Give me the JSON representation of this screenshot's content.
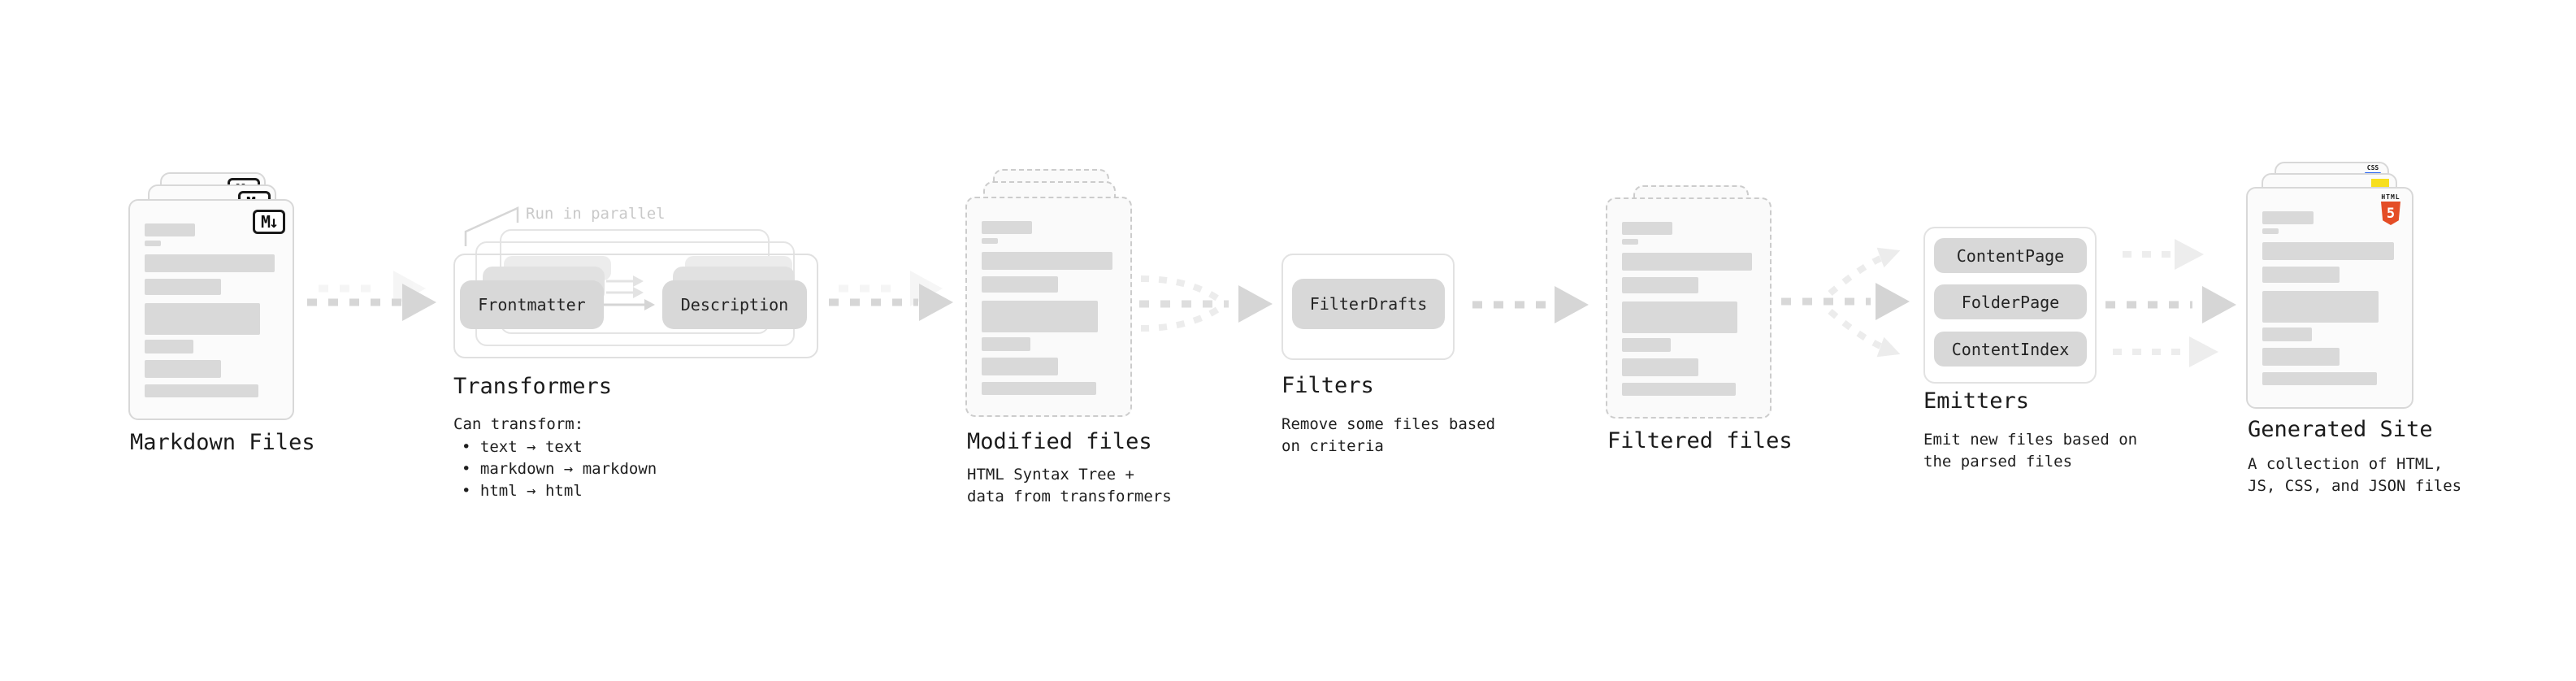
{
  "stages": {
    "markdown": {
      "label": "Markdown Files",
      "badge": "M↓"
    },
    "transformers": {
      "title": "Transformers",
      "annotation": "Run in parallel",
      "pill_left": "Frontmatter",
      "pill_right": "Description",
      "desc_heading": "Can transform:",
      "bullets": [
        "• text → text",
        "• markdown → markdown",
        "• html → html"
      ]
    },
    "modified": {
      "label": "Modified files",
      "desc_lines": [
        "HTML Syntax Tree +",
        "data from transformers"
      ]
    },
    "filters": {
      "title": "Filters",
      "pill": "FilterDrafts",
      "desc_lines": [
        "Remove some files based",
        "on criteria"
      ]
    },
    "filtered": {
      "label": "Filtered files"
    },
    "emitters": {
      "title": "Emitters",
      "pills": [
        "ContentPage",
        "FolderPage",
        "ContentIndex"
      ],
      "desc_lines": [
        "Emit new files based on",
        "the parsed files"
      ]
    },
    "generated": {
      "label": "Generated Site",
      "desc_lines": [
        "A collection of HTML,",
        "JS, CSS, and JSON files"
      ],
      "html5_word": "HTML",
      "html5_number": "5",
      "css_word": "CSS"
    }
  },
  "colors": {
    "html5_orange": "#e44d26",
    "js_yellow": "#f7df1e",
    "css_blue": "#2965f1",
    "card_border": "#d8d8d8",
    "dashed_border": "#cccccc",
    "bar_gray": "#d9d9d9",
    "pill_gray": "#d8d8d8",
    "arrow_gray": "#d6d6d6",
    "arrow_ghost": "#ededed",
    "annotation_gray": "#c9c9c9",
    "text_dark": "#1b1b1b"
  }
}
